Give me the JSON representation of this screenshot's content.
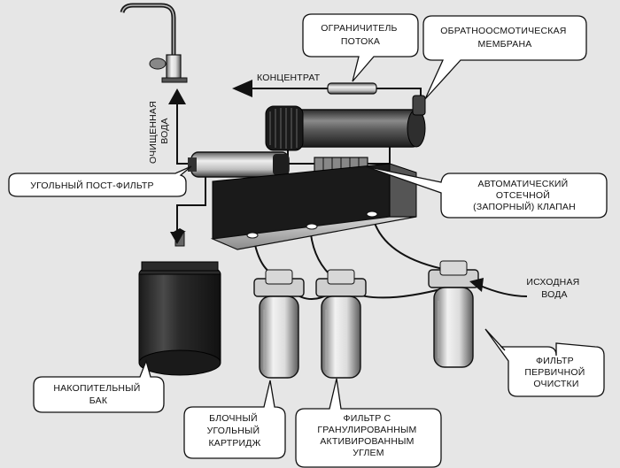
{
  "labels": {
    "flow_limiter": [
      "ОГРАНИЧИТЕЛЬ",
      "ПОТОКА"
    ],
    "ro_membrane": [
      "ОБРАТНООСМОТИЧЕСКАЯ",
      "МЕМБРАНА"
    ],
    "concentrate": "КОНЦЕНТРАТ",
    "purified_water": [
      "ОЧИЩЕННАЯ",
      "ВОДА"
    ],
    "carbon_post_filter": "УГОЛЬНЫЙ ПОСТ-ФИЛЬТР",
    "auto_valve": [
      "АВТОМАТИЧЕСКИЙ",
      "ОТСЕЧНОЙ",
      "(ЗАПОРНЫЙ) КЛАПАН"
    ],
    "source_water": [
      "ИСХОДНАЯ",
      "ВОДА"
    ],
    "storage_tank": [
      "НАКОПИТЕЛЬНЫЙ",
      "БАК"
    ],
    "block_carbon": [
      "БЛОЧНЫЙ",
      "УГОЛЬНЫЙ",
      "КАРТРИДЖ"
    ],
    "granular_carbon": [
      "ФИЛЬТР С",
      "ГРАНУЛИРОВАННЫМ",
      "АКТИВИРОВАННЫМ",
      "УГЛЕМ"
    ],
    "prefilter": [
      "ФИЛЬТР",
      "ПЕРВИЧНОЙ",
      "ОЧИСТКИ"
    ]
  },
  "colors": {
    "background": "#e6e6e6",
    "ink": "#111111",
    "component_dark": "#2a2a2a",
    "component_light": "#f4f4f4"
  }
}
